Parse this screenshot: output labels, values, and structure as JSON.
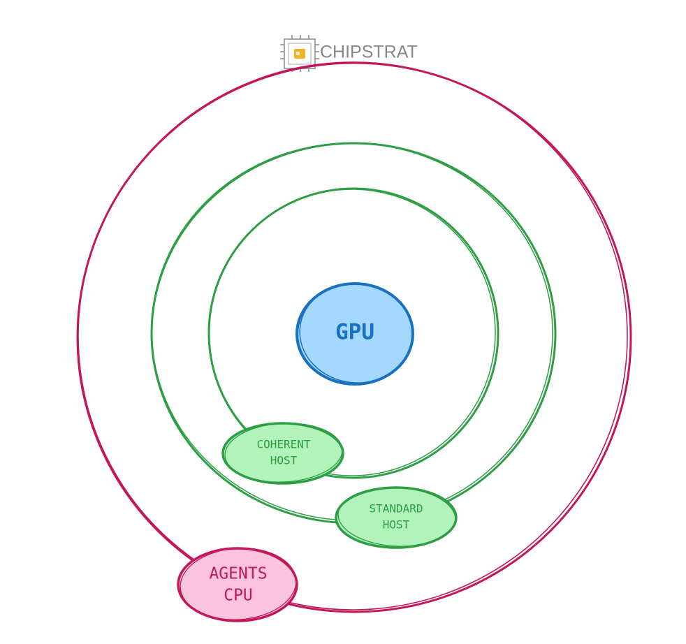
{
  "logo": {
    "text": "CHIPSTRAT"
  },
  "nodes": {
    "gpu": {
      "label": "GPU"
    },
    "coherent_host": {
      "line1": "COHERENT",
      "line2": "HOST"
    },
    "standard_host": {
      "line1": "STANDARD",
      "line2": "HOST"
    },
    "agents_cpu": {
      "line1": "AGENTS",
      "line2": "CPU"
    }
  },
  "colors": {
    "outer_ring": "#c2185b",
    "green_ring": "#2e9e44",
    "green_fill": "#b2f2bb",
    "gpu_stroke": "#1971c2",
    "gpu_fill": "#a5d8ff",
    "agents_fill": "#fbc4dc",
    "logo_text": "#888888",
    "logo_accent": "#f0b429"
  }
}
